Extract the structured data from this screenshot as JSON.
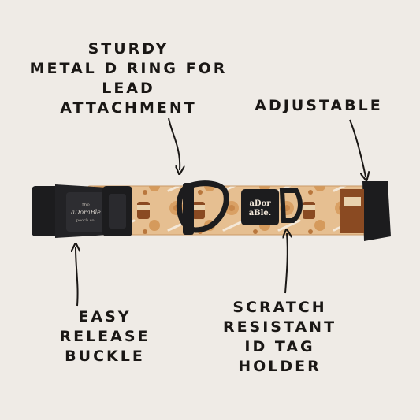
{
  "annotations": {
    "d_ring": [
      "STURDY",
      "METAL D RING FOR",
      "LEAD",
      "ATTACHMENT"
    ],
    "adjustable": [
      "ADJUSTABLE"
    ],
    "buckle": [
      "EASY",
      "RELEASE",
      "BUCKLE"
    ],
    "tag_holder": [
      "SCRATCH",
      "RESISTANT",
      "ID TAG",
      "HOLDER"
    ]
  },
  "logos": {
    "buckle_logo": [
      "the",
      "aDoraBle",
      "pooch co."
    ],
    "tag_logo": [
      "aDor",
      "aBle."
    ]
  },
  "colors": {
    "background": "#efebe6",
    "strap": "#e6bf91",
    "hardware": "#1c1c1e",
    "text": "#1a1715"
  },
  "icons": [
    "arrow-to-d-ring",
    "arrow-to-adjuster",
    "arrow-to-buckle",
    "arrow-to-tag-holder"
  ]
}
